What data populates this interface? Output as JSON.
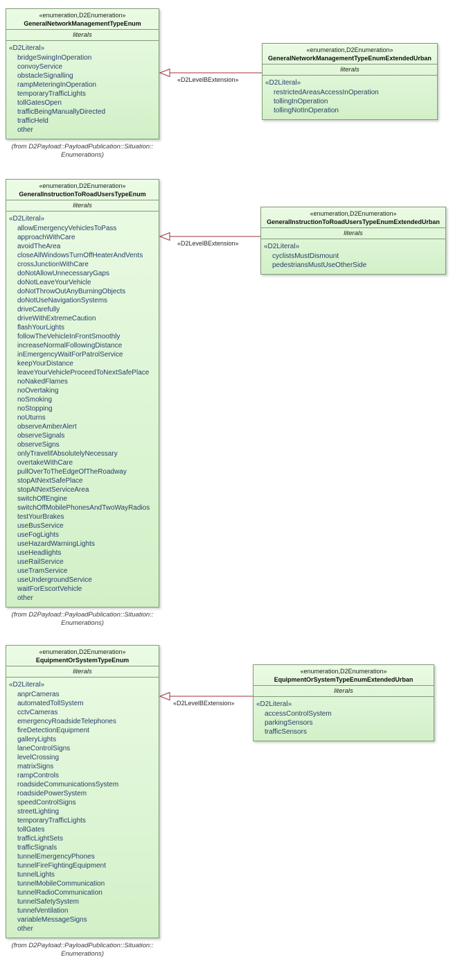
{
  "diagram": {
    "stereotype": "«enumeration,D2Enumeration»",
    "literals_compartment_label": "literals",
    "literal_stereotype": "«D2Literal»",
    "source_note": {
      "line1": "(from D2Payload::PayloadPublication::Situation::",
      "line2": "Enumerations)"
    },
    "colors": {
      "box_fill_top": "#ebfbe4",
      "box_fill_bottom": "#d2f0c8",
      "box_border": "#7e9b76",
      "connector": "#9e3039",
      "literal_text": "#24406b"
    }
  },
  "enums": [
    {
      "name": "GeneralNetworkManagementTypeEnum",
      "literals": [
        "bridgeSwingInOperation",
        "convoyService",
        "obstacleSignalling",
        "rampMeteringInOperation",
        "temporaryTrafficLights",
        "tollGatesOpen",
        "trafficBeingManuallyDirected",
        "trafficHeld",
        "other"
      ]
    },
    {
      "name": "GeneralNetworkManagementTypeEnumExtendedUrban",
      "literals": [
        "restrictedAreasAccessInOperation",
        "tollingInOperation",
        "tollingNotInOperation"
      ]
    },
    {
      "name": "GeneralInstructionToRoadUsersTypeEnum",
      "literals": [
        "allowEmergencyVehiclesToPass",
        "approachWithCare",
        "avoidTheArea",
        "closeAllWindowsTurnOffHeaterAndVents",
        "crossJunctionWithCare",
        "doNotAllowUnnecessaryGaps",
        "doNotLeaveYourVehicle",
        "doNotThrowOutAnyBurningObjects",
        "doNotUseNavigationSystems",
        "driveCarefully",
        "driveWithExtremeCaution",
        "flashYourLights",
        "followTheVehicleInFrontSmoothly",
        "increaseNormalFollowingDistance",
        "inEmergencyWaitForPatrolService",
        "keepYourDistance",
        "leaveYourVehicleProceedToNextSafePlace",
        "noNakedFlames",
        "noOvertaking",
        "noSmoking",
        "noStopping",
        "noUturns",
        "observeAmberAlert",
        "observeSignals",
        "observeSigns",
        "onlyTravelIfAbsolutelyNecessary",
        "overtakeWithCare",
        "pullOverToTheEdgeOfTheRoadway",
        "stopAtNextSafePlace",
        "stopAtNextServiceArea",
        "switchOffEngine",
        "switchOffMobilePhonesAndTwoWayRadios",
        "testYourBrakes",
        "useBusService",
        "useFogLights",
        "useHazardWarningLights",
        "useHeadlights",
        "useRailService",
        "useTramService",
        "useUndergroundService",
        "waitForEscortVehicle",
        "other"
      ]
    },
    {
      "name": "GeneralInstructionToRoadUsersTypeEnumExtendedUrban",
      "literals": [
        "cyclistsMustDismount",
        "pedestriansMustUseOtherSide"
      ]
    },
    {
      "name": "EquipmentOrSystemTypeEnum",
      "literals": [
        "anprCameras",
        "automatedTollSystem",
        "cctvCameras",
        "emergencyRoadsideTelephones",
        "fireDetectionEquipment",
        "galleryLights",
        "laneControlSigns",
        "levelCrossing",
        "matrixSigns",
        "rampControls",
        "roadsideCommunicationsSystem",
        "roadsidePowerSystem",
        "speedControlSigns",
        "streetLighting",
        "temporaryTrafficLights",
        "tollGates",
        "trafficLightSets",
        "trafficSignals",
        "tunnelEmergencyPhones",
        "tunnelFireFightingEquipment",
        "tunnelLights",
        "tunnelMobileCommunication",
        "tunnelRadioCommunication",
        "tunnelSafetySystem",
        "tunnelVentilation",
        "variableMessageSigns",
        "other"
      ]
    },
    {
      "name": "EquipmentOrSystemTypeEnumExtendedUrban",
      "literals": [
        "accessControlSystem",
        "parkingSensors",
        "trafficSensors"
      ]
    }
  ],
  "connectors": [
    {
      "label": "«D2LevelBExtension»"
    },
    {
      "label": "«D2LevelBExtension»"
    },
    {
      "label": "«D2LevelBExtension»"
    }
  ]
}
